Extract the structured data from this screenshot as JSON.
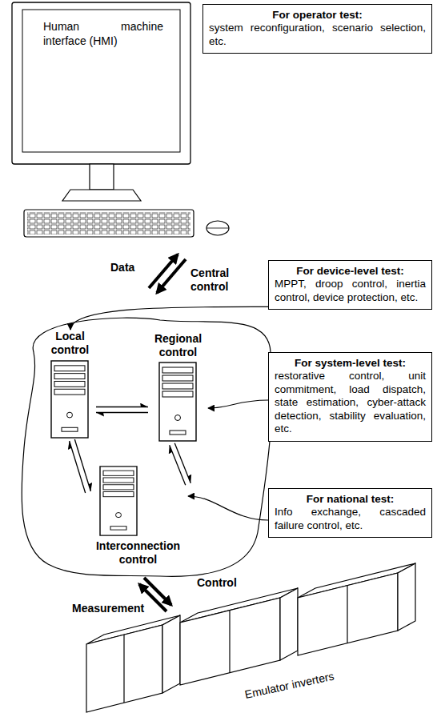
{
  "diagram": {
    "nodes": [
      {
        "text": [
          "Human machine interface (HMI)"
        ]
      },
      {
        "text": [
          "For operator test:",
          "system reconfiguration, scenario selection, etc."
        ]
      },
      {
        "text": [
          "For device-level test:",
          "MPPT, droop control, inertia control, device protection, etc."
        ]
      },
      {
        "text": [
          "Local control"
        ]
      },
      {
        "text": [
          "Regional control"
        ]
      },
      {
        "text": [
          "For system-level test:",
          "restorative control, unit commitment, load dispatch, state estimation, cyber-attack detection, stability evaluation, etc."
        ]
      },
      {
        "text": [
          "Interconnection control"
        ]
      },
      {
        "text": [
          "For national test:",
          "Info exchange, cascaded failure control, etc."
        ]
      },
      {
        "text": [
          "Emulator inverters"
        ]
      }
    ],
    "edges": [
      {
        "from": 2,
        "to": 3,
        "arrow": "to"
      },
      {
        "from": 5,
        "to": 4,
        "arrow": "to"
      },
      {
        "from": 7,
        "to": 6,
        "arrow": "to"
      },
      {
        "from": 3,
        "to": 4,
        "arrow": "both"
      },
      {
        "from": 3,
        "to": 6,
        "arrow": "both"
      },
      {
        "from": 4,
        "to": 6,
        "arrow": "both"
      }
    ],
    "labels": [
      "Data",
      "Central control",
      "Control",
      "Measurement"
    ]
  }
}
